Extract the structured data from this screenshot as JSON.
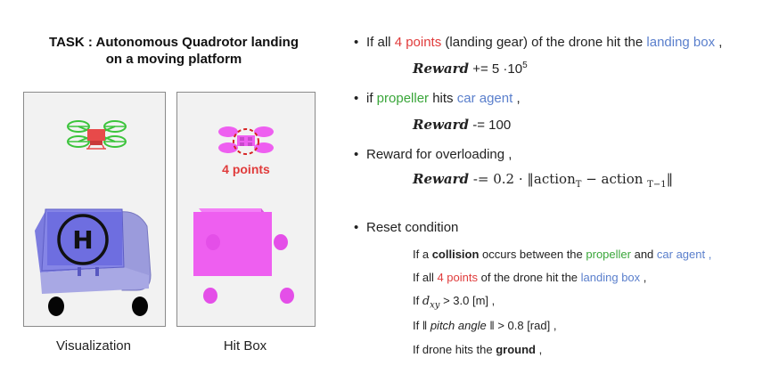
{
  "title": {
    "line1": "TASK : Autonomous Quadrotor landing",
    "line2": "on a moving platform"
  },
  "panels": {
    "visualization_caption": "Visualization",
    "hitbox_caption": "Hit Box",
    "hitbox_label": "4 points",
    "platform_symbol": "H"
  },
  "bullets": {
    "b1": {
      "pre": "If all ",
      "points": "4 points",
      "mid": " (landing gear) of the drone hit the ",
      "box": "landing box",
      "post": " ,"
    },
    "r1": {
      "kw": "Reward",
      "op": " += 5 ·10",
      "exp": "5"
    },
    "b2": {
      "pre": "if ",
      "prop": "propeller",
      "mid": " hits ",
      "car": "car agent",
      "post": " ,"
    },
    "r2": {
      "kw": "Reward",
      "op": " -= 100"
    },
    "b3": {
      "text": "Reward for overloading ,"
    },
    "r3": {
      "kw": "Reward",
      "op": " -=  0.2 · ‖action",
      "sub1": "T",
      "minus": "  −  action ",
      "sub2": "T−1",
      "end": "‖"
    },
    "b4": {
      "text": "Reset condition"
    }
  },
  "reset_conditions": {
    "c1": {
      "pre": "If a ",
      "bold": "collision",
      "mid": " occurs between the ",
      "prop": "propeller",
      "and": " and ",
      "car": "car agent",
      "post": " ,"
    },
    "c2": {
      "pre": "If all ",
      "points": "4 points",
      "mid": " of the drone hit the ",
      "box": "landing box",
      "post": " ,"
    },
    "c3": {
      "pre": "If  ",
      "var": "d",
      "sub": "xy",
      "post": " > 3.0 [m] ,"
    },
    "c4": {
      "pre": "If  ‖ ",
      "var": "pitch angle",
      "post": " ‖ > 0.8 [rad] ,"
    },
    "c5": {
      "pre": "If drone hits the ",
      "bold": "ground",
      "post": " ,"
    }
  },
  "colors": {
    "red": "#e03b3b",
    "green": "#3aa63a",
    "blue": "#5a7fcc",
    "magenta": "#ee5ff0",
    "platform": "#8f8fe6"
  }
}
